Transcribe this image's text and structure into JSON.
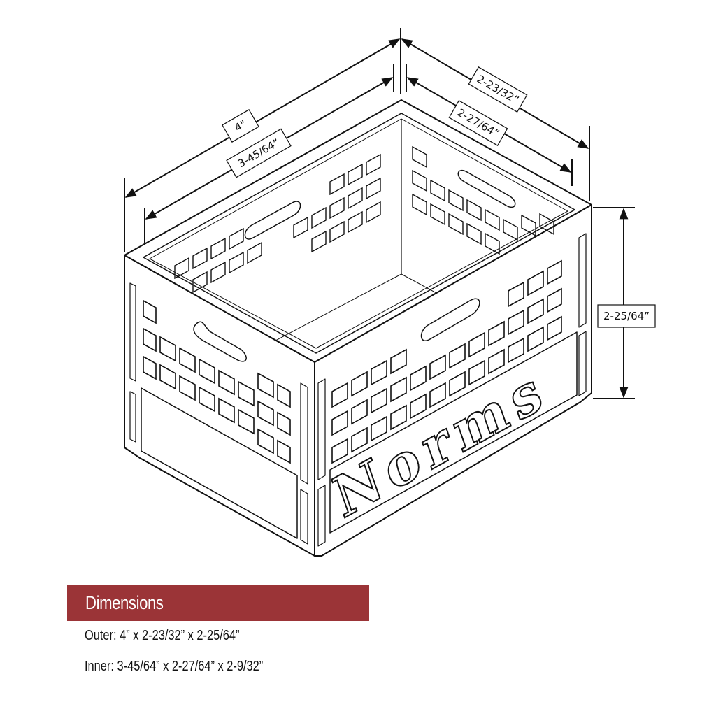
{
  "diagram": {
    "subject": "milk crate isometric line drawing",
    "brand_text": "Norms",
    "labels": {
      "outer_length": "4\"",
      "inner_length": "3-45/64”",
      "outer_width": "2-23/32”",
      "inner_width": "2-27/64”",
      "outer_height": "2-25/64”"
    }
  },
  "dimensions_panel": {
    "title": "Dimensions",
    "title_bg_color": "#9b3437",
    "outer": "Outer: 4” x 2-23/32” x 2-25/64”",
    "inner": "Inner: 3-45/64” x 2-27/64” x 2-9/32”"
  }
}
